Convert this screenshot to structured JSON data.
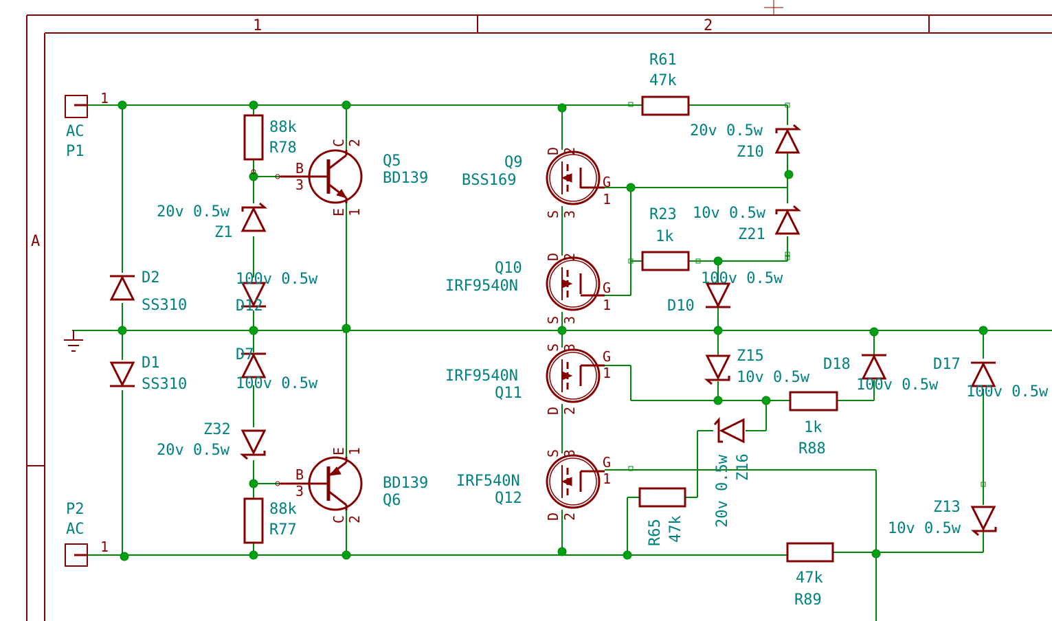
{
  "frame": {
    "columns": [
      "1",
      "2"
    ],
    "rows": [
      "A"
    ]
  },
  "connectors": {
    "P1": {
      "ref": "P1",
      "value": "AC",
      "pin": "1"
    },
    "P2": {
      "ref": "P2",
      "value": "AC",
      "pin": "1"
    }
  },
  "diodes": {
    "D1": {
      "ref": "D1",
      "value": "SS310"
    },
    "D2": {
      "ref": "D2",
      "value": "SS310"
    },
    "D12": {
      "ref": "D12",
      "value": "100v 0.5w"
    },
    "D7": {
      "ref": "D7",
      "value": "100v 0.5w"
    },
    "D10": {
      "ref": "D10",
      "value": "100v 0.5w"
    },
    "D18": {
      "ref": "D18",
      "value": "100v 0.5w"
    },
    "D17": {
      "ref": "D17",
      "value": "100v 0.5w"
    }
  },
  "zeners": {
    "Z1": {
      "ref": "Z1",
      "value": "20v 0.5w"
    },
    "Z32": {
      "ref": "Z32",
      "value": "20v 0.5w"
    },
    "Z10": {
      "ref": "Z10",
      "value": "20v 0.5w"
    },
    "Z21": {
      "ref": "Z21",
      "value": "10v 0.5w"
    },
    "Z15": {
      "ref": "Z15",
      "value": "10v 0.5w"
    },
    "Z16": {
      "ref": "Z16",
      "value": "20v 0.5w"
    },
    "Z13": {
      "ref": "Z13",
      "value": "10v 0.5w"
    }
  },
  "resistors": {
    "R78": {
      "ref": "R78",
      "value": "88k"
    },
    "R77": {
      "ref": "R77",
      "value": "88k"
    },
    "R61": {
      "ref": "R61",
      "value": "47k"
    },
    "R23": {
      "ref": "R23",
      "value": "1k"
    },
    "R88": {
      "ref": "R88",
      "value": "1k"
    },
    "R65": {
      "ref": "R65",
      "value": "47k"
    },
    "R89": {
      "ref": "R89",
      "value": "47k"
    }
  },
  "bjts": {
    "Q5": {
      "ref": "Q5",
      "value": "BD139",
      "pins": {
        "b": "B",
        "c": "C",
        "e": "E",
        "n_b": "3",
        "n_c": "2",
        "n_e": "1"
      }
    },
    "Q6": {
      "ref": "Q6",
      "value": "BD139",
      "pins": {
        "b": "B",
        "c": "C",
        "e": "E",
        "n_b": "3",
        "n_c": "2",
        "n_e": "1"
      }
    }
  },
  "mosfets": {
    "Q9": {
      "ref": "Q9",
      "value": "BSS169",
      "pins": {
        "d": "D",
        "s": "S",
        "g": "G",
        "n_d": "2",
        "n_s": "3",
        "n_g": "1"
      }
    },
    "Q10": {
      "ref": "Q10",
      "value": "IRF9540N",
      "pins": {
        "d": "D",
        "s": "S",
        "g": "G",
        "n_d": "2",
        "n_s": "3",
        "n_g": "1"
      }
    },
    "Q11": {
      "ref": "Q11",
      "value": "IRF9540N",
      "pins": {
        "d": "D",
        "s": "S",
        "g": "G",
        "n_d": "2",
        "n_s": "3",
        "n_g": "1"
      }
    },
    "Q12": {
      "ref": "Q12",
      "value": "IRF540N",
      "pins": {
        "d": "D",
        "s": "S",
        "g": "G",
        "n_d": "2",
        "n_s": "3",
        "n_g": "1"
      }
    }
  },
  "colors": {
    "wire": "#00840a",
    "component": "#840000",
    "label": "#008080",
    "junction": "#00a012"
  }
}
